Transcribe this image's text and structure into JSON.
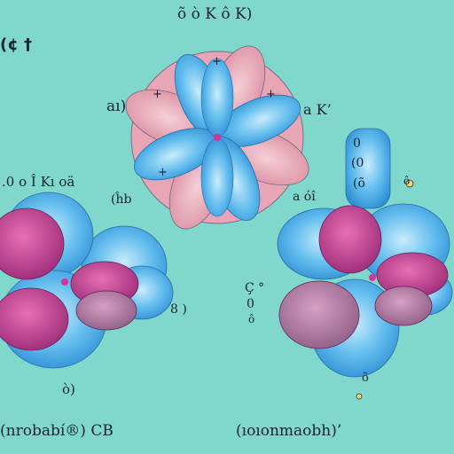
{
  "palette": {
    "background": "#7fd8cb",
    "lobe_blue": "#5ab9ec",
    "lobe_blue_light": "#bfe6f8",
    "lobe_pink": "#e9a6b4",
    "lobe_magenta": "#b03a8a",
    "lobe_mauve": "#b97fa9",
    "nucleus": "#d8329b"
  },
  "labels": {
    "top_center": "õ ò K ô K)",
    "top_left": "(¢ †",
    "top_lobe_a": "+",
    "top_lobe_b": "+",
    "top_lobe_c": "+",
    "top_lobe_d": "+",
    "left_of_top": "aı)",
    "right_of_top": "a K’",
    "mid_left": ".0 o Î Kı oä",
    "mid_center_left": "(ĥb",
    "mid_center_right": "a óî",
    "right_upper_a": "0",
    "right_upper_b": "(0",
    "right_upper_c": "(õ",
    "dot_right": "ô",
    "mid_right_left_a": "Ç °",
    "mid_right_left_b": "0",
    "mid_right_left_c": "ô",
    "left_flower_right": "8 )",
    "bottom_left_small": "ò)",
    "bottom_right_small": "õ",
    "bottom_left_caption": "(nrobabí®) CB",
    "bottom_right_caption": "(ıoıonmaobh)’"
  }
}
